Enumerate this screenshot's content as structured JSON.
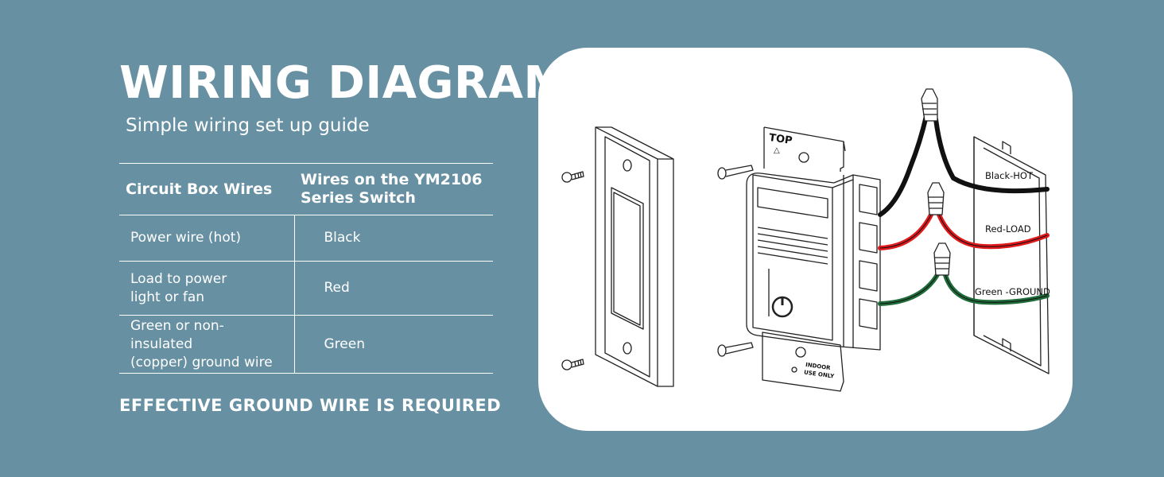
{
  "header": {
    "title": "WIRING DIAGRAM",
    "subtitle": "Simple wiring set up guide"
  },
  "table": {
    "headers": [
      "Circuit Box Wires",
      "Wires on the YM2106",
      "Series Switch"
    ],
    "rows": [
      {
        "box_wire": [
          "Power wire (hot)"
        ],
        "switch_wire": "Black"
      },
      {
        "box_wire": [
          "Load to power",
          "light or fan"
        ],
        "switch_wire": "Red"
      },
      {
        "box_wire": [
          "Green or non-insulated",
          "(copper) ground wire"
        ],
        "switch_wire": "Green"
      }
    ]
  },
  "note": "EFFECTIVE GROUND WIRE IS REQUIRED",
  "diagram": {
    "labels": {
      "hot": "Black-HOT",
      "load": "Red-LOAD",
      "ground": "Green -GROUND",
      "top": "TOP",
      "indoor1": "INDOOR",
      "indoor2": "USE ONLY"
    },
    "wire_colors": {
      "hot": "#111111",
      "load": "#e0191c",
      "ground": "#1f6b3a"
    }
  }
}
